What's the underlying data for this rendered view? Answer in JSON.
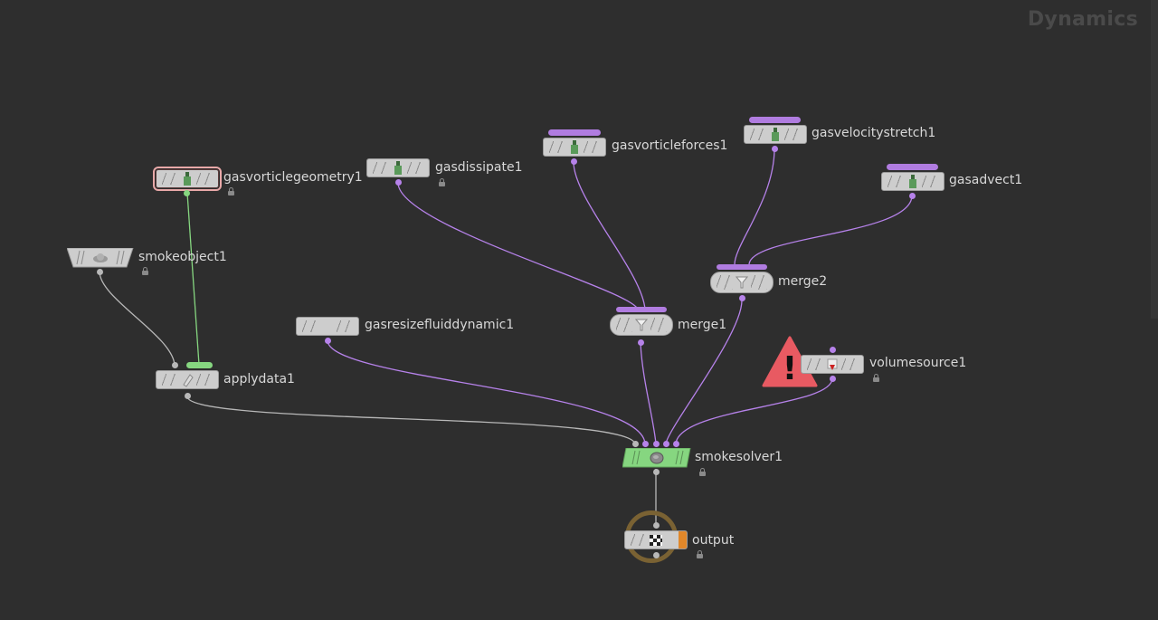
{
  "network": {
    "title": "Dynamics",
    "nodes": {
      "gasvorticlegeometry1": "gasvorticlegeometry1",
      "gasdissipate1": "gasdissipate1",
      "gasvorticleforces1": "gasvorticleforces1",
      "gasvelocitystretch1": "gasvelocitystretch1",
      "gasadvect1": "gasadvect1",
      "smokeobject1": "smokeobject1",
      "merge2": "merge2",
      "gasresizefluiddynamic1": "gasresizefluiddynamic1",
      "merge1": "merge1",
      "volumesource1": "volumesource1",
      "applydata1": "applydata1",
      "smokesolver1": "smokesolver1",
      "output": "output"
    },
    "warning_mark": "!"
  },
  "colors": {
    "background": "#2e2e2e",
    "wire_purple": "#b682ea",
    "wire_grey": "#b8b8b8",
    "wire_green": "#86d680",
    "node_grey": "#cdcdcd",
    "node_green": "#86d680",
    "warning": "#e85a62",
    "output_ring": "#7a6233"
  },
  "icons": [
    "microsolver-icon",
    "smoke-object-icon",
    "merge-icon",
    "apply-data-icon",
    "smoke-solver-icon",
    "volume-source-icon",
    "output-icon",
    "lock-icon",
    "warning-icon"
  ]
}
